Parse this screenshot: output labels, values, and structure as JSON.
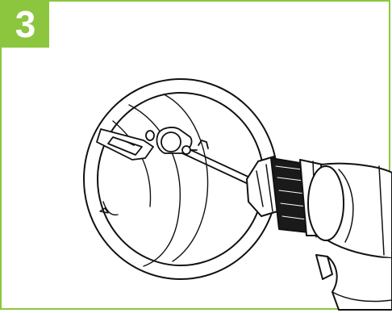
{
  "step": {
    "number": "3",
    "accent_color": "#8cc63f"
  },
  "illustration": {
    "elements": [
      "round-duct-ring",
      "duct-interior",
      "damper-blade",
      "shaft-with-coupling",
      "screwdriver-bit",
      "cordless-drill"
    ]
  }
}
